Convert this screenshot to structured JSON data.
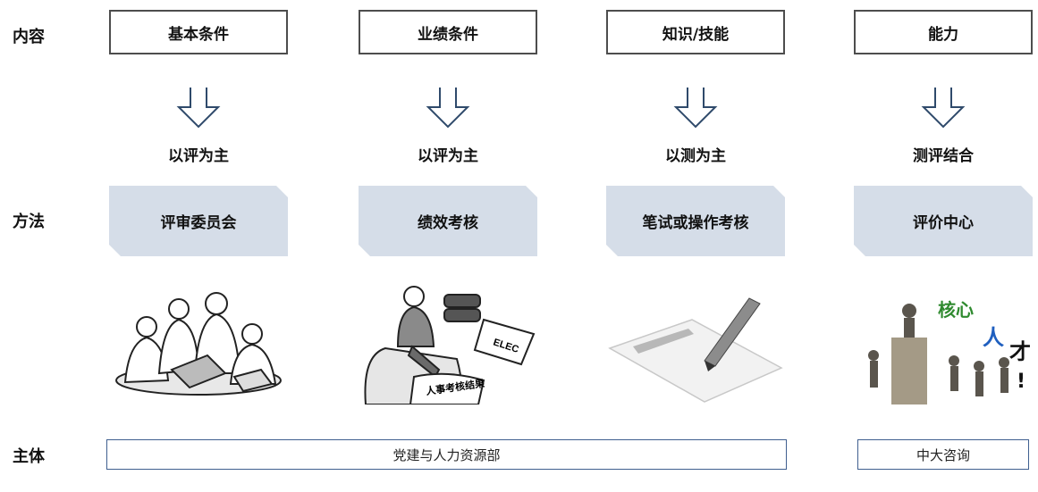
{
  "row_labels": {
    "content": "内容",
    "method": "方法",
    "subject": "主体"
  },
  "columns": [
    {
      "category": "基本条件",
      "approach": "以评为主",
      "method": "评审委员会",
      "illustration_icon": "team-meeting-icon"
    },
    {
      "category": "业绩条件",
      "approach": "以评为主",
      "method": "绩效考核",
      "illustration_icon": "binoculars-review-icon"
    },
    {
      "category": "知识/技能",
      "approach": "以测为主",
      "method": "笔试或操作考核",
      "illustration_icon": "pen-paper-icon"
    },
    {
      "category": "能力",
      "approach": "测评结合",
      "method": "评价中心",
      "illustration_icon": "core-talent-icon"
    }
  ],
  "illustration_text": {
    "scroll": "人事考核结果",
    "binocular_sign": "ELEC",
    "core_talent": [
      "核心",
      "人",
      "才",
      "!"
    ]
  },
  "subjects": {
    "left": "党建与人力资源部",
    "right": "中大咨询"
  },
  "colors": {
    "box_border": "#4d4d4d",
    "method_fill": "#d5dde8",
    "arrow_stroke": "#2f4a6b",
    "subject_border": "#3f5f8f",
    "talent_green": "#2f8a2f",
    "talent_blue": "#1f5fbf"
  }
}
